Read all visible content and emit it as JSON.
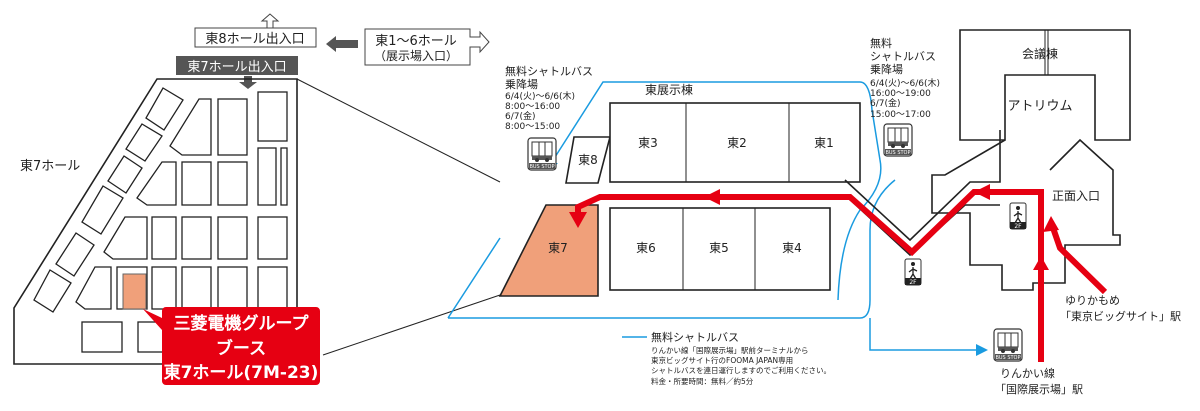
{
  "colors": {
    "route": "#e60012",
    "shuttle": "#1a9be0",
    "booth": "#f0a07a",
    "callout": "#e60012",
    "dark_label": "#555555"
  },
  "detail": {
    "hall_label": "東7ホール",
    "entrance_e8": "東8ホール出入口",
    "entrance_e7": "東7ホール出入口",
    "entrance_e16_line1": "東1～6ホール",
    "entrance_e16_line2": "（展示場入口）",
    "callout": {
      "line1": "三菱電機グループ",
      "line2": "ブース",
      "line3": "東7ホール(7M-23)"
    }
  },
  "map": {
    "building_label": "東展示棟",
    "halls": [
      "東1",
      "東2",
      "東3",
      "東4",
      "東5",
      "東6",
      "東7",
      "東8"
    ],
    "conference": "会議棟",
    "atrium": "アトリウム",
    "main_entrance": "正面入口",
    "shuttle_left": {
      "l1": "無料シャトルバス",
      "l2": "乗降場",
      "l3": "6/4(火)～6/6(木)",
      "l4": "8:00～16:00",
      "l5": "6/7(金)",
      "l6": "8:00～15:00"
    },
    "shuttle_right": {
      "l1": "無料",
      "l2": "シャトルバス",
      "l3": "乗降場",
      "l4": "6/4(火)～6/6(木)",
      "l5": "16:00～19:00",
      "l6": "6/7(金)",
      "l7": "15:00～17:00"
    },
    "bus_stop": "BUS STOP",
    "floor": "2F",
    "yurikamome_l1": "ゆりかもめ",
    "yurikamome_l2": "「東京ビッグサイト」駅",
    "rinkai_l1": "りんかい線",
    "rinkai_l2": "「国際展示場」駅"
  },
  "legend": {
    "title": "無料シャトルバス",
    "l1": "りんかい線「国際展示場」駅前ターミナルから",
    "l2": "東京ビッグサイト行のFOOMA JAPAN専用",
    "l3": "シャトルバスを連日運行しますのでご利用ください。",
    "l4": "料金・所要時間：無料／約5分"
  }
}
